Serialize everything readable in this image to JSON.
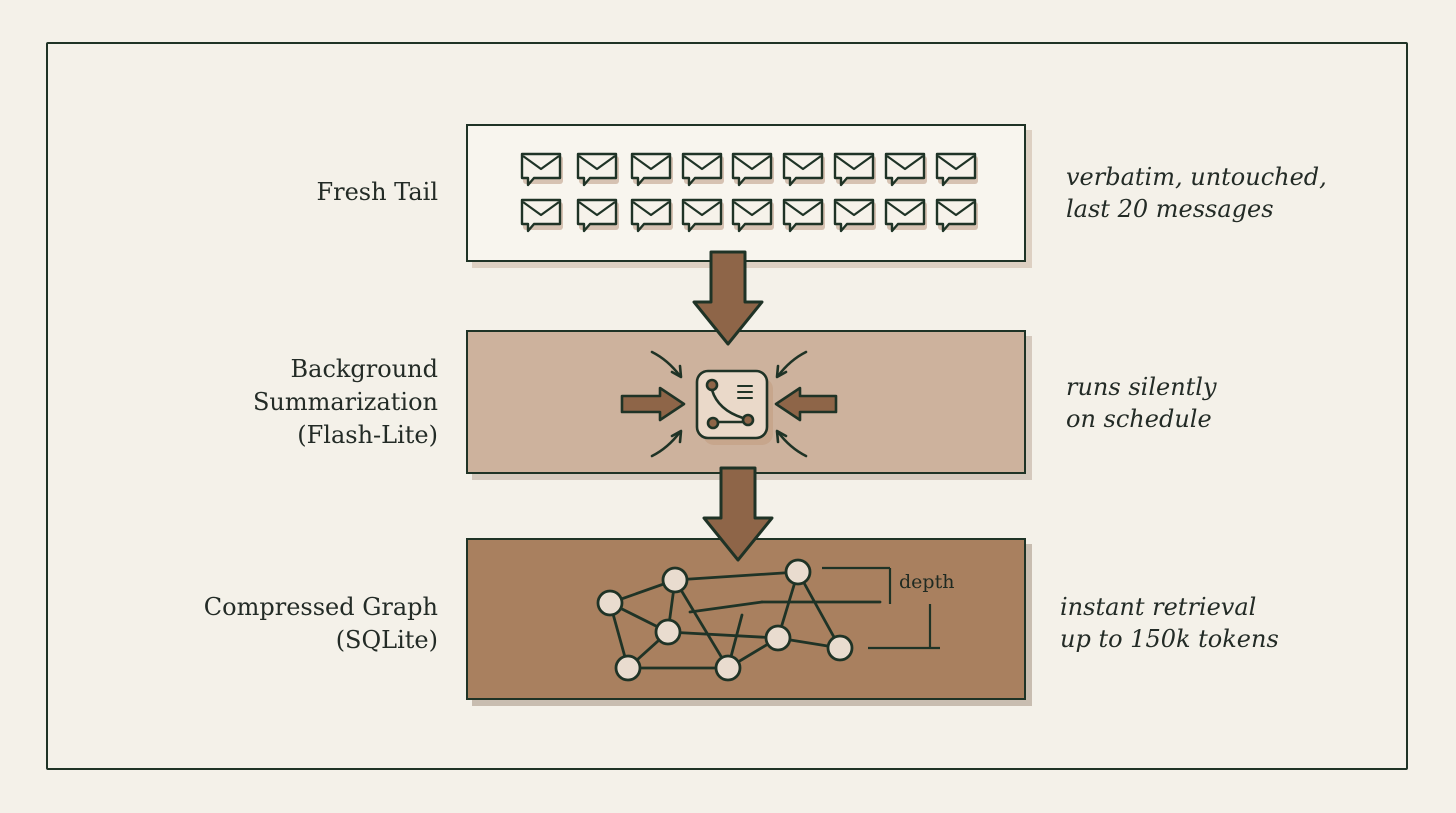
{
  "layers": [
    {
      "id": "fresh-tail",
      "label_lines": [
        "Fresh Tail"
      ],
      "note_lines": [
        "verbatim, untouched,",
        "last 20 messages"
      ],
      "icon": "envelope-grid-icon",
      "fill": "#f8f5ee"
    },
    {
      "id": "background-summarization",
      "label_lines": [
        "Background",
        "Summarization",
        "(Flash-Lite)"
      ],
      "note_lines": [
        "runs silently",
        "on schedule"
      ],
      "icon": "compress-merge-icon",
      "fill": "#cdb29d"
    },
    {
      "id": "compressed-graph",
      "label_lines": [
        "Compressed Graph",
        "(SQLite)"
      ],
      "note_lines": [
        "instant retrieval",
        "up to 150k tokens"
      ],
      "icon": "node-graph-icon",
      "fill": "#a9805f",
      "annotation": "depth"
    }
  ],
  "colors": {
    "ink": "#1f3326",
    "background": "#f4f1e9",
    "arrow": "#8e6548"
  }
}
